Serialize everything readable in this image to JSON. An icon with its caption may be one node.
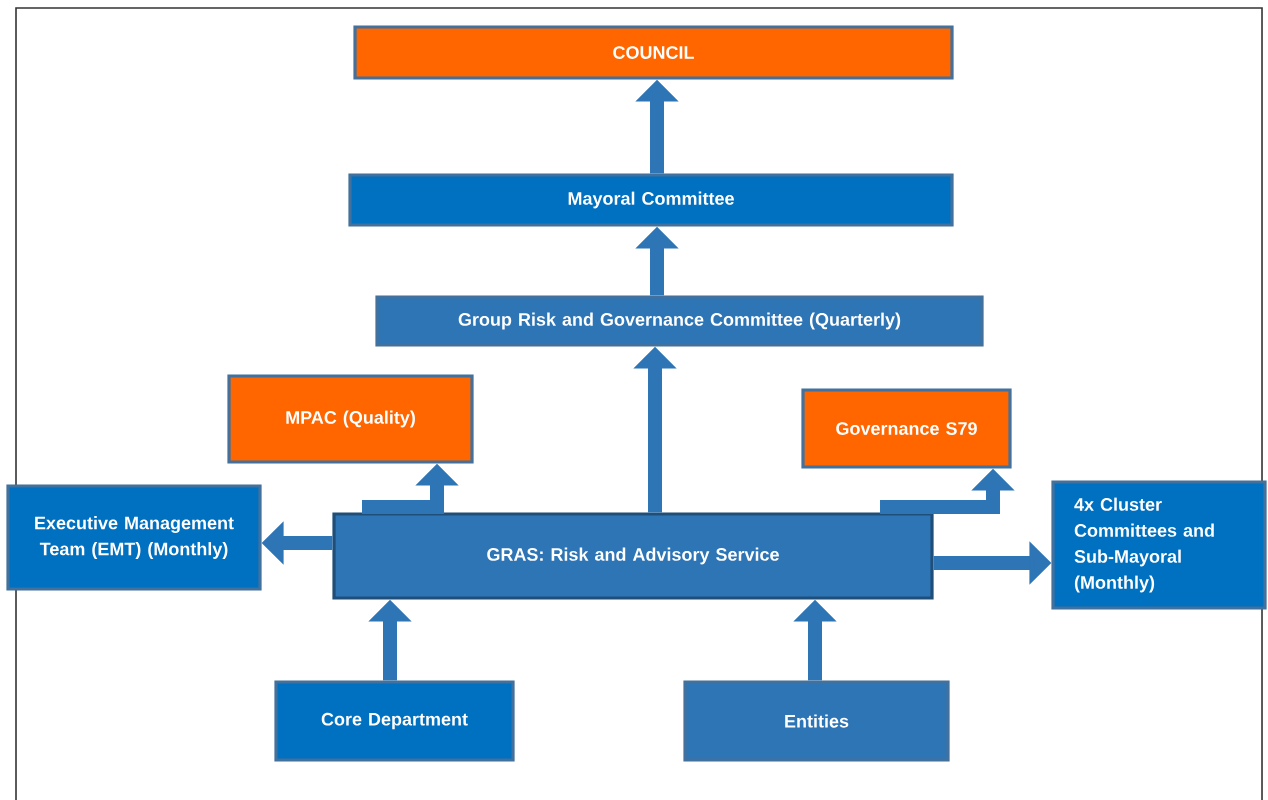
{
  "diagram": {
    "nodes": [
      {
        "text": [
          "COUNCIL"
        ]
      },
      {
        "text": [
          "Mayoral Committee"
        ]
      },
      {
        "text": [
          "Group Risk and Governance Committee (Quarterly)"
        ]
      },
      {
        "text": [
          "MPAC (Quality)"
        ]
      },
      {
        "text": [
          "Governance S79"
        ]
      },
      {
        "text": [
          "Executive Management Team (EMT) (Monthly)"
        ]
      },
      {
        "text": [
          "GRAS: Risk and Advisory Service"
        ]
      },
      {
        "text": [
          "4x Cluster Committees and Sub-Mayoral (Monthly)"
        ]
      },
      {
        "text": [
          "Core Department"
        ]
      },
      {
        "text": [
          "Entities"
        ]
      }
    ],
    "edges": [
      {
        "from": 1,
        "to": 0,
        "arrow": "to"
      },
      {
        "from": 2,
        "to": 1,
        "arrow": "to"
      },
      {
        "from": 6,
        "to": 2,
        "arrow": "to"
      },
      {
        "from": 6,
        "to": 3,
        "arrow": "to"
      },
      {
        "from": 6,
        "to": 4,
        "arrow": "to"
      },
      {
        "from": 6,
        "to": 5,
        "arrow": "to"
      },
      {
        "from": 6,
        "to": 7,
        "arrow": "to"
      },
      {
        "from": 8,
        "to": 6,
        "arrow": "to"
      },
      {
        "from": 9,
        "to": 6,
        "arrow": "to"
      }
    ]
  }
}
